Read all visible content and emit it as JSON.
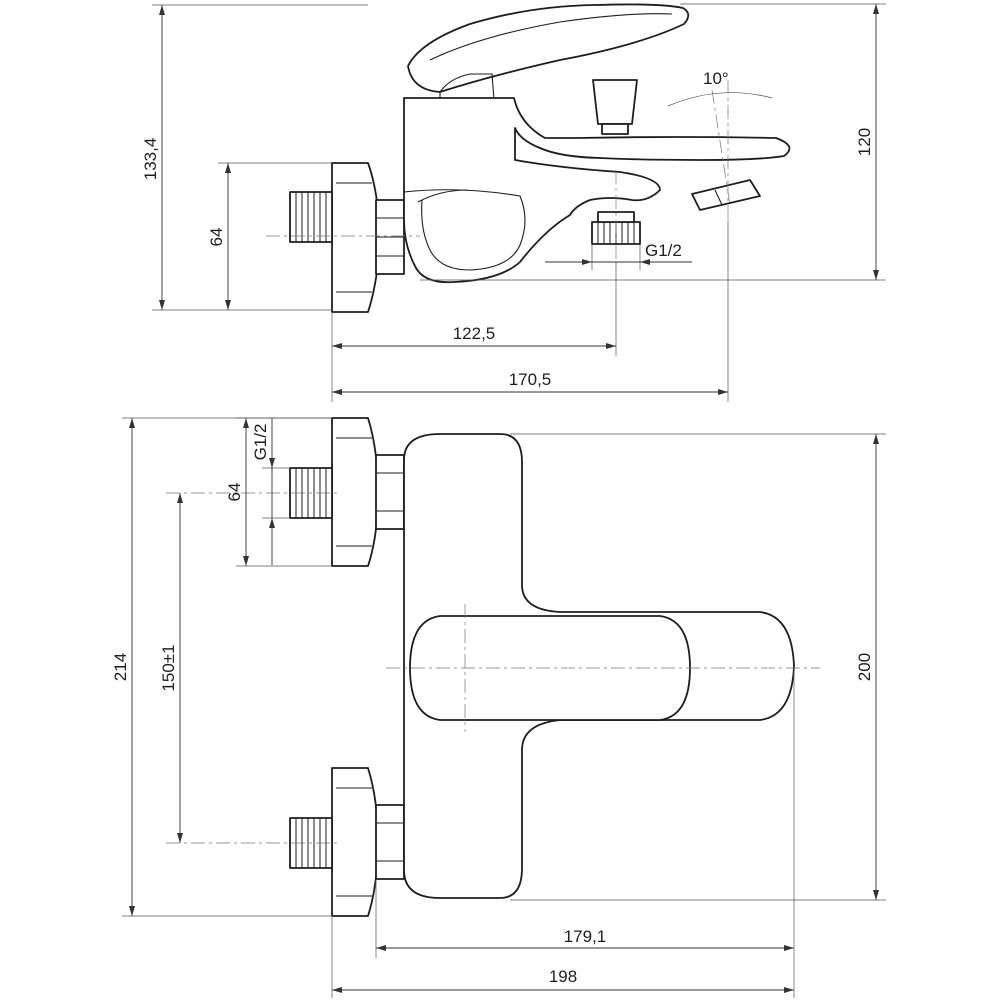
{
  "side_view": {
    "dim_total_height": "133,4",
    "dim_inlet_height": "64",
    "dim_spout_height": "120",
    "dim_angle": "10°",
    "dim_thread": "G1/2",
    "dim_outlet_distance": "122,5",
    "dim_spout_reach": "170,5"
  },
  "top_view": {
    "dim_thread": "G1/2",
    "dim_inlet_width": "64",
    "dim_centers": "150±1",
    "dim_total_width": "214",
    "dim_body_width": "200",
    "dim_body_depth": "179,1",
    "dim_total_depth": "198"
  }
}
